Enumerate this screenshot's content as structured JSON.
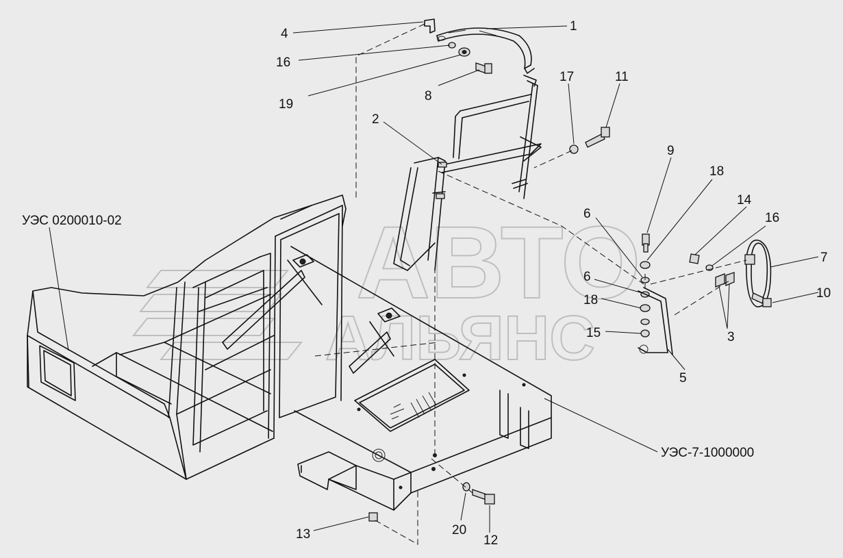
{
  "watermark": {
    "line1": "АВТО",
    "line2": "АЛЬЯНС"
  },
  "assembly_refs": {
    "cab": "УЭС 0200010-02",
    "frame": "УЭС-7-1000000"
  },
  "callouts": [
    "1",
    "2",
    "3",
    "4",
    "5",
    "6",
    "6",
    "7",
    "8",
    "9",
    "10",
    "11",
    "12",
    "13",
    "14",
    "15",
    "16",
    "16",
    "17",
    "18",
    "18",
    "19",
    "20"
  ]
}
